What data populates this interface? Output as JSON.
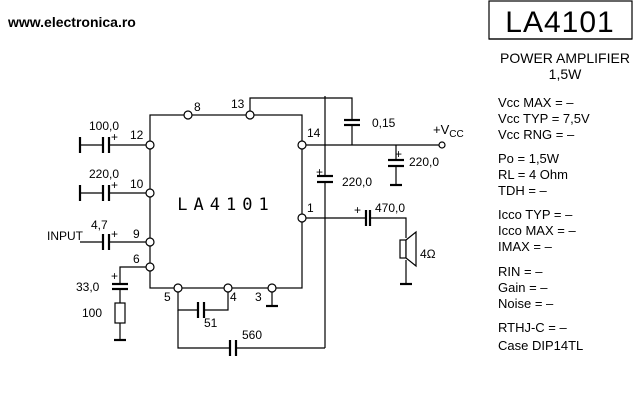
{
  "site": "www.electronica.ro",
  "chip_name": "LA4101",
  "chip_label": "LA4101",
  "description": "POWER AMPLIFIER",
  "power": "1,5W",
  "supply_label": "+V",
  "supply_sub": "CC",
  "input_label": "INPUT",
  "pins": [
    "12",
    "10",
    "9",
    "6",
    "8",
    "13",
    "14",
    "1",
    "5",
    "4",
    "3"
  ],
  "components": {
    "c_pin12": "100,0",
    "c_pin10": "220,0",
    "c_pin9": "4,7",
    "c_pin6": "33,0",
    "r_pin6": "100",
    "c_top": "0,15",
    "c_vcc": "220,0",
    "c_mid": "220,0",
    "c_out": "470,0",
    "c_pin5_4": "51",
    "c_bottom": "560",
    "speaker": "4Ω",
    "plus": "+"
  },
  "specs": {
    "vcc_max": "Vcc MAX =   –",
    "vcc_typ": "Vcc TYP = 7,5V",
    "vcc_rng": "Vcc RNG =   –",
    "po": "Po  = 1,5W",
    "rl": "RL  = 4 Ohm",
    "tdh": "TDH =   –",
    "icco_typ": "Icco TYP = –",
    "icco_max": "Icco MAX = –",
    "imax": "IMAX   =   –",
    "rin": "RIN   = –",
    "gain": "Gain  = –",
    "noise": "Noise = –",
    "rthjc": "RTHJ-C = –",
    "case": "Case  DIP14TL"
  }
}
